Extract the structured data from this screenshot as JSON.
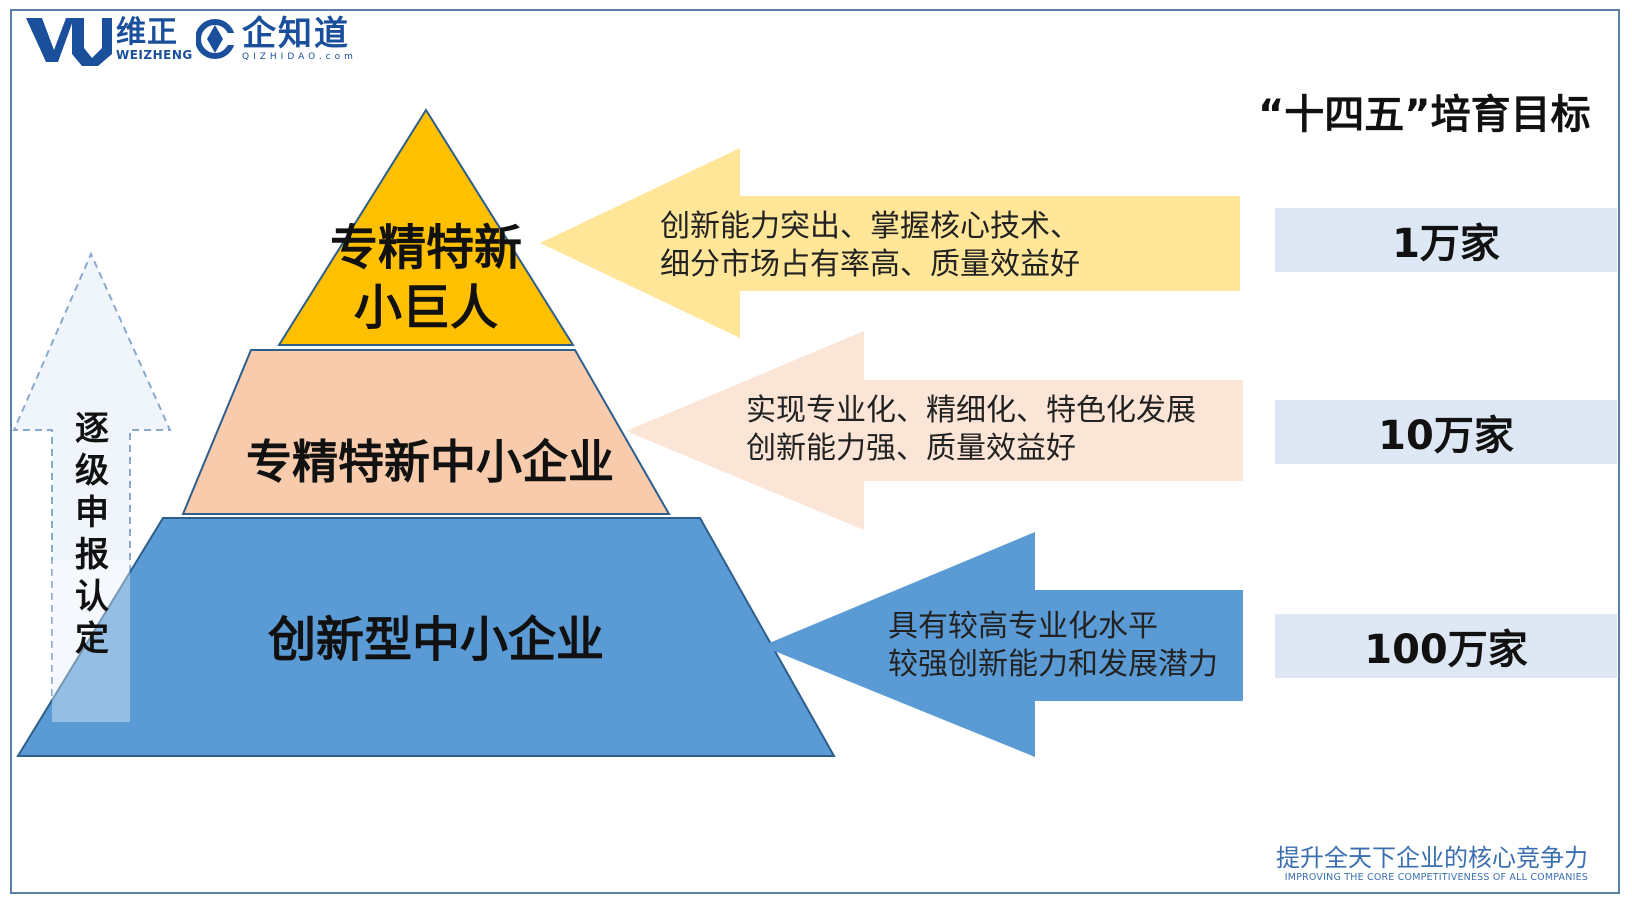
{
  "logos": {
    "weizheng": {
      "cn": "维正",
      "en": "WEIZHENG"
    },
    "qizhidao": {
      "cn": "企知道",
      "en": "QIZHIDAO.com"
    }
  },
  "goal_title": "“十四五”培育目标",
  "pyramid": {
    "top": {
      "line1": "专精特新",
      "line2": "小巨人",
      "color": "#ffc000"
    },
    "middle": {
      "label": "专精特新中小企业",
      "color": "#f8cbad"
    },
    "bottom": {
      "label": "创新型中小企业",
      "color": "#5b9bd5"
    }
  },
  "arrows": [
    {
      "lines": [
        "创新能力突出、掌握核心技术、",
        "细分市场占有率高、质量效益好"
      ],
      "color": "#ffe699"
    },
    {
      "lines": [
        "实现专业化、精细化、特色化发展",
        "创新能力强、质量效益好"
      ],
      "color": "#fbe5d6"
    },
    {
      "lines": [
        "具有较高专业化水平",
        "较强创新能力和发展潜力"
      ],
      "color": "#5b9bd5"
    }
  ],
  "goals": [
    "1万家",
    "10万家",
    "100万家"
  ],
  "vertical_label": "逐级申报认定",
  "slogan": {
    "cn": "提升全天下企业的核心竞争力",
    "en": "IMPROVING THE CORE COMPETITIVENESS OF ALL COMPANIES"
  },
  "colors": {
    "brand_blue": "#1a4f9c",
    "goal_box_bg": "#dde8f4",
    "up_arrow_fill": "#e6eef8"
  }
}
